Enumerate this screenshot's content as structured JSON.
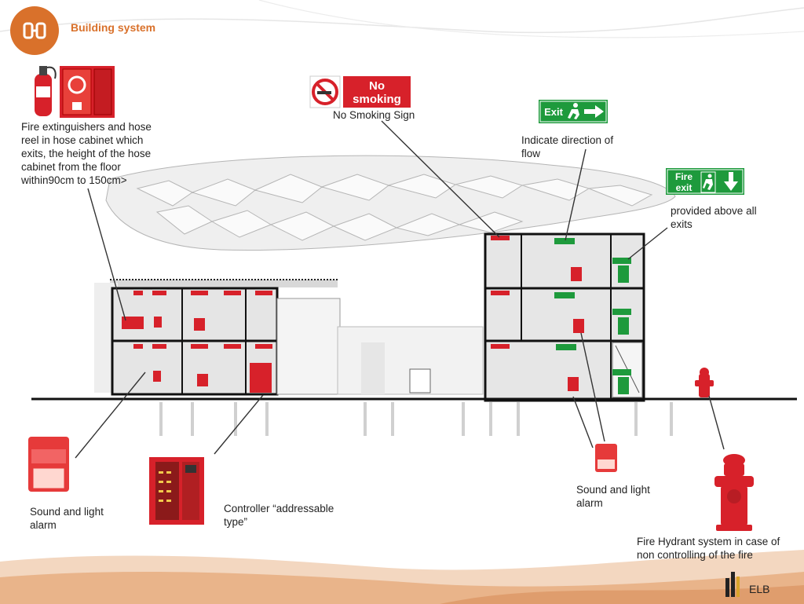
{
  "header": {
    "title": "Building system"
  },
  "labels": {
    "extinguisher": "Fire extinguishers and hose reel in hose cabinet which exits, the height of the hose cabinet from the floor within90cm to 150cm>",
    "no_smoking": "No Smoking Sign",
    "direction": "Indicate direction of flow",
    "exits": "provided above all exits",
    "alarm_left": "Sound and light alarm",
    "controller": "Controller “addressable type”",
    "alarm_right": "Sound and light alarm",
    "hydrant": "Fire Hydrant system in case of non controlling of the fire"
  },
  "signs": {
    "no_smoking_line1": "No",
    "no_smoking_line2": "smoking",
    "exit": "Exit",
    "fire_exit_line1": "Fire",
    "fire_exit_line2": "exit"
  },
  "logo": {
    "text": "ELB"
  },
  "colors": {
    "accent": "#d9712b",
    "sign_red": "#d7212a",
    "exit_green": "#1e9a3c",
    "sand": "#e9b48a"
  }
}
